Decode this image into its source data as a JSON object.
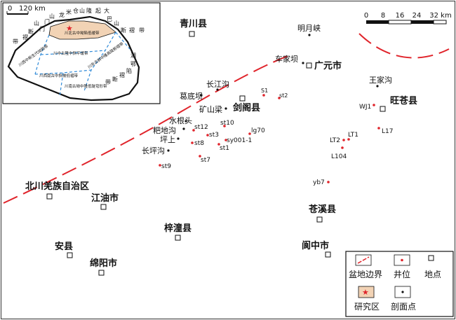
{
  "map": {
    "cities": [
      {
        "name": "青川县"
      },
      {
        "name": "广元市"
      },
      {
        "name": "旺苍县"
      },
      {
        "name": "剑阁县"
      },
      {
        "name": "北川羌族自治区"
      },
      {
        "name": "江油市"
      },
      {
        "name": "苍溪县"
      },
      {
        "name": "梓潼县"
      },
      {
        "name": "安县"
      },
      {
        "name": "阆中市"
      },
      {
        "name": "绵阳市"
      }
    ],
    "section_points": [
      "明月峡",
      "车家坝",
      "王家沟",
      "长江沟",
      "葛底坝",
      "矿山梁",
      "水根头",
      "粑地沟",
      "坪上",
      "长坪沟"
    ],
    "wells": [
      "WJ1",
      "st12",
      "st10",
      "st3",
      "st8",
      "sy001-1",
      "lg70",
      "st1",
      "st7",
      "st9",
      "S1",
      "st2",
      "LT1",
      "LT2",
      "L104",
      "L17",
      "yb7"
    ],
    "scale": {
      "ticks": [
        "0",
        "8",
        "16",
        "24",
        "32 km"
      ]
    }
  },
  "inset": {
    "scale_labels": [
      "0",
      "120 km"
    ],
    "labels": [
      "龙",
      "门",
      "山",
      "米",
      "仓",
      "山",
      "隆",
      "起",
      "大",
      "巴",
      "山",
      "断",
      "褶",
      "带",
      "山",
      "门",
      "断",
      "褶",
      "带",
      "川北古中坳陷低缓带",
      "川中古隆中斜平缓带",
      "川西中新生代坳陷带",
      "川东古斜中隆高陡断褶带",
      "川西南古中斜坡低褶带",
      "川南古坳中隆低陡穹形带",
      "湘",
      "鄂",
      "陷",
      "褶",
      "断",
      "带"
    ]
  },
  "legend": {
    "items": [
      "盆地边界",
      "井位",
      "地点",
      "研究区",
      "剖面点"
    ]
  },
  "colors": {
    "boundary": "#e0242b",
    "well": "#e0242b",
    "study_area_fill": "#f2d3b5",
    "dashed_inset": "#2f8ad8"
  }
}
